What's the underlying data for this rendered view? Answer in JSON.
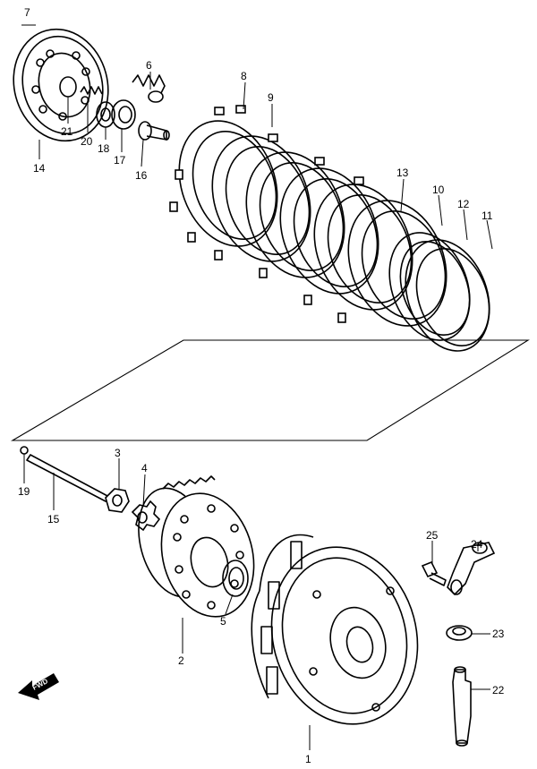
{
  "diagram": {
    "callouts": [
      "1",
      "2",
      "3",
      "4",
      "5",
      "6",
      "7",
      "8",
      "9",
      "10",
      "11",
      "12",
      "13",
      "14",
      "15",
      "16",
      "17",
      "18",
      "19",
      "20",
      "21",
      "22",
      "23",
      "24",
      "25"
    ],
    "fwd_label": "FWD"
  }
}
